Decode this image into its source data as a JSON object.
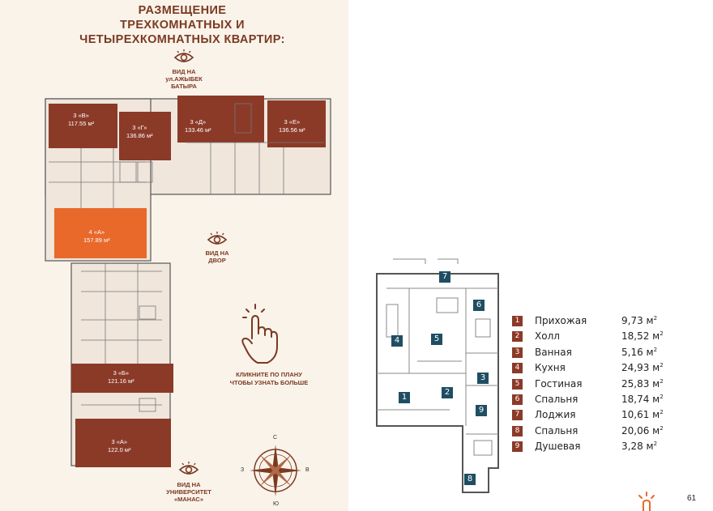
{
  "header": {
    "title_line1": "РАЗМЕЩЕНИЕ",
    "title_line2": "ТРЕХКОМНАТНЫХ И",
    "title_line3": "ЧЕТЫРЕХКОМНАТНЫХ КВАРТИР:"
  },
  "views": {
    "top": {
      "line1": "ВИД НА",
      "line2": "ул.АЖЫБЕК",
      "line3": "БАТЫРА"
    },
    "yard": {
      "line1": "ВИД НА",
      "line2": "ДВОР"
    },
    "bottom": {
      "line1": "ВИД НА",
      "line2": "УНИВЕРСИТЕТ",
      "line3": "«МАНАС»"
    }
  },
  "apartments": [
    {
      "name": "3 «В»",
      "area": "117.55 м²"
    },
    {
      "name": "3 «Г»",
      "area": "136.86 м²"
    },
    {
      "name": "3 «Д»",
      "area": "133.46 м²"
    },
    {
      "name": "3 «Е»",
      "area": "136.56 м²"
    },
    {
      "name": "4 «А»",
      "area": "157.89 м²"
    },
    {
      "name": "3 «Б»",
      "area": "121.16 м²"
    },
    {
      "name": "3 «А»",
      "area": "122.0 м²"
    }
  ],
  "cta": {
    "line1": "КЛИКНИТЕ ПО ПЛАНУ",
    "line2": "ЧТОБЫ УЗНАТЬ БОЛЬШЕ"
  },
  "compass": {
    "north": "С",
    "south": "Ю",
    "west": "З",
    "east": "В"
  },
  "rooms": [
    {
      "num": "1",
      "name": "Прихожая",
      "area": "9,73 м",
      "unit_exp": "2"
    },
    {
      "num": "2",
      "name": "Холл",
      "area": "18,52 м",
      "unit_exp": "2"
    },
    {
      "num": "3",
      "name": "Ванная",
      "area": "5,16 м",
      "unit_exp": "2"
    },
    {
      "num": "4",
      "name": "Кухня",
      "area": "24,93 м",
      "unit_exp": "2"
    },
    {
      "num": "5",
      "name": "Гостиная",
      "area": "25,83 м",
      "unit_exp": "2"
    },
    {
      "num": "6",
      "name": "Спальня",
      "area": "18,74 м",
      "unit_exp": "2"
    },
    {
      "num": "7",
      "name": "Лоджия",
      "area": "10,61 м",
      "unit_exp": "2"
    },
    {
      "num": "8",
      "name": "Спальня",
      "area": "20,06 м",
      "unit_exp": "2"
    },
    {
      "num": "9",
      "name": "Душевая",
      "area": "3,28 м",
      "unit_exp": "2"
    }
  ],
  "page_number": "61",
  "colors": {
    "brown": "#8b3a28",
    "highlight": "#e8692a",
    "text": "#7a3a22",
    "tag": "#1f4e63"
  }
}
